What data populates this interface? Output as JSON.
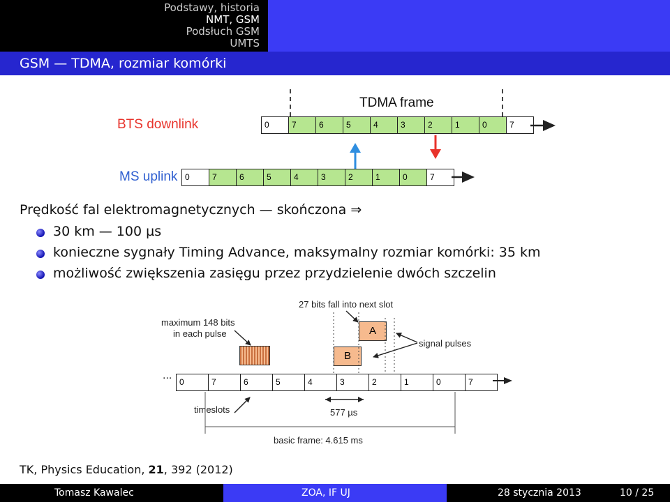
{
  "header": {
    "nav": [
      "Podstawy, historia",
      "NMT, GSM",
      "Podsłuch GSM",
      "UMTS"
    ],
    "current_index": 1
  },
  "title": "GSM — TDMA, rozmiar komórki",
  "diagram1": {
    "tdma_label": "TDMA frame",
    "bts_label": "BTS downlink",
    "ms_label": "MS uplink",
    "bts_slots": [
      "0",
      "7",
      "6",
      "5",
      "4",
      "3",
      "2",
      "1",
      "0",
      "7"
    ],
    "ms_slots": [
      "0",
      "7",
      "6",
      "5",
      "4",
      "3",
      "2",
      "1",
      "0",
      "7"
    ],
    "colors": {
      "slot_green": "#b6e690",
      "downlink": "#e8332b",
      "uplink": "#2f5fd0"
    }
  },
  "body": {
    "intro": "Prędkość fal elektromagnetycznych — skończona ⇒",
    "bullets": [
      "30 km — 100 µs",
      "konieczne sygnały Timing Advance, maksymalny rozmiar komórki: 35 km",
      "możliwość zwiększenia zasięgu przez przydzielenie dwóch szczelin"
    ]
  },
  "diagram2": {
    "fall_label": "27 bits fall into next slot",
    "max_label_1": "maximum 148 bits",
    "max_label_2": "in each pulse",
    "a_label": "A",
    "b_label": "B",
    "signal_label": "signal pulses",
    "ellipsis": "...",
    "slots": [
      "0",
      "7",
      "6",
      "5",
      "4",
      "3",
      "2",
      "1",
      "0",
      "7"
    ],
    "timeslots_label": "timeslots",
    "us_label": "577 µs",
    "frame_label": "basic frame: 4.615 ms",
    "colors": {
      "block": "#f6ba8e"
    }
  },
  "reference": {
    "before": "TK, Physics Education, ",
    "volume": "21",
    "after": ", 392 (2012)"
  },
  "footer": {
    "author": "Tomasz Kawalec",
    "institute": "ZOA, IF UJ",
    "date": "28 stycznia 2013",
    "page": "10 / 25"
  }
}
